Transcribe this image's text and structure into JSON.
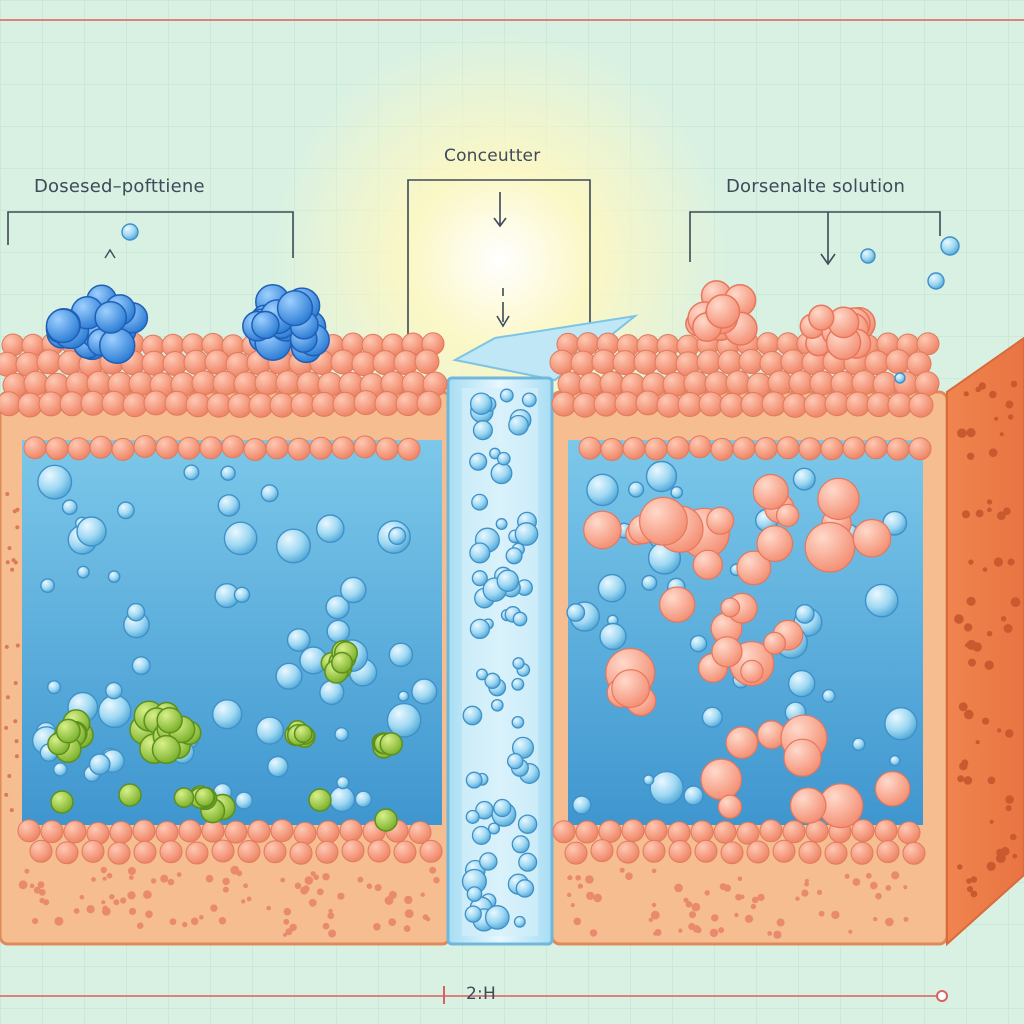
{
  "labels": {
    "left": "Dosesed–pofttiene",
    "center": "Conceutter",
    "right": "Dorsenalte solution",
    "bottom": "2:H"
  },
  "colors": {
    "background": "#d8f1e4",
    "grid": "#bfe3d1",
    "frame": "#f4b98c",
    "frame_outline": "#e08a5c",
    "membrane_bead": "#f59a82",
    "water": "#57aedb",
    "blue_cluster": "#3f8fe0",
    "green_cluster": "#8cc63f",
    "pink_particle": "#f7a28f",
    "glow": "#fff6b5",
    "accent_line": "#d9615f"
  }
}
